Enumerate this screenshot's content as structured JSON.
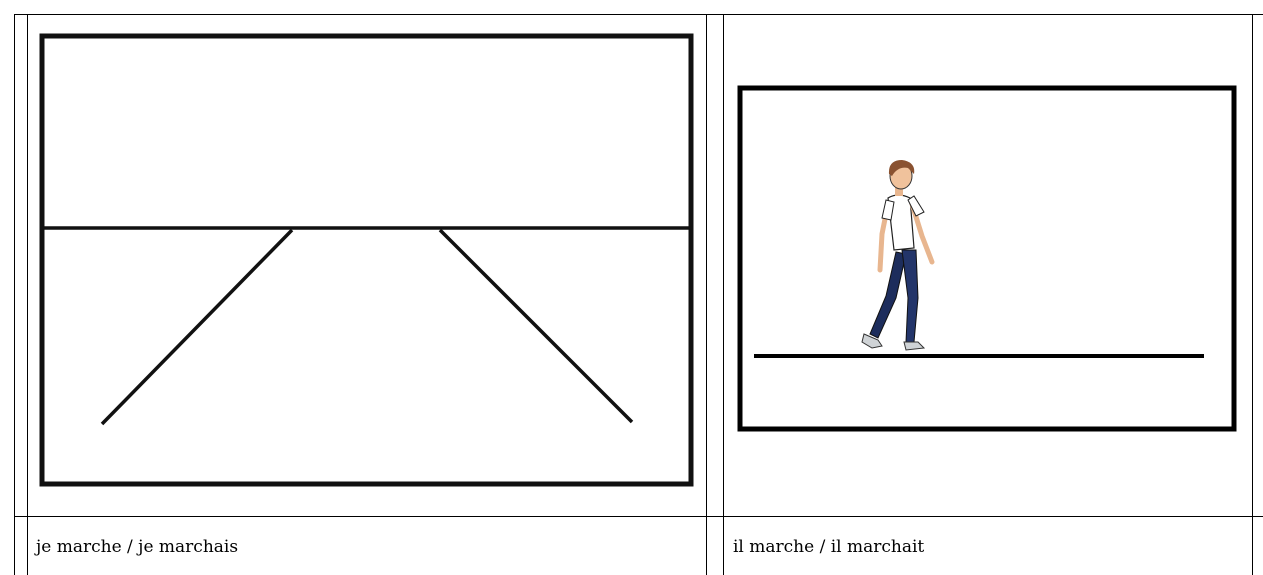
{
  "table": {
    "rows": [
      {
        "cells": [
          {
            "picture": "perspective-road-drawing",
            "caption": "je marche / je marchais"
          },
          {
            "picture": "boy-walking-drawing",
            "caption": "il marche / il marchait"
          }
        ]
      }
    ]
  }
}
